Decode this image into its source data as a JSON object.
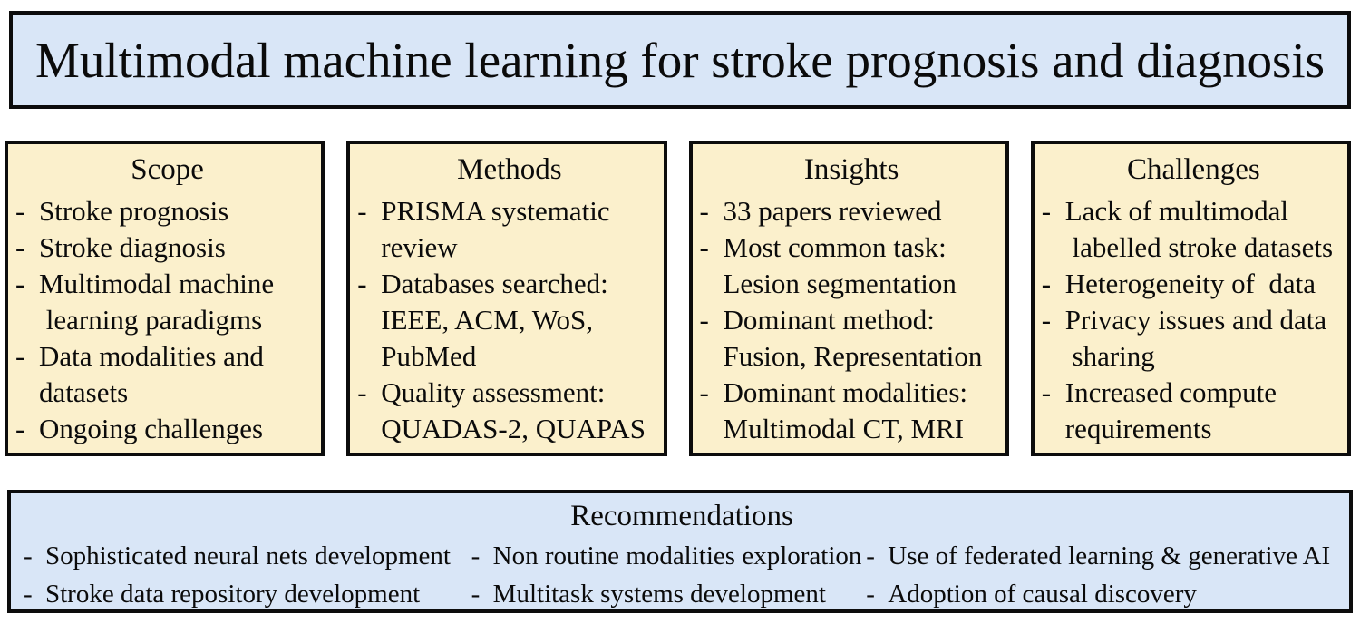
{
  "title": "Multimodal machine learning for stroke prognosis and diagnosis",
  "bullet_marker": "-",
  "colors": {
    "panel_blue": "#d9e6f7",
    "panel_cream": "#fbf0cc",
    "border_black": "#0c0c0c",
    "background": "#ffffff"
  },
  "boxes": [
    {
      "heading": "Scope",
      "items": [
        "Stroke prognosis",
        "Stroke diagnosis",
        "Multimodal machine\n learning paradigms",
        "Data modalities and\ndatasets",
        "Ongoing challenges"
      ]
    },
    {
      "heading": "Methods",
      "items": [
        "PRISMA systematic\nreview",
        "Databases searched:\nIEEE, ACM, WoS,\nPubMed",
        "Quality assessment:\nQUADAS-2, QUAPAS"
      ]
    },
    {
      "heading": "Insights",
      "items": [
        "33 papers reviewed",
        "Most common task:\nLesion segmentation",
        "Dominant method:\nFusion, Representation",
        "Dominant modalities:\nMultimodal CT, MRI"
      ]
    },
    {
      "heading": "Challenges",
      "items": [
        "Lack of multimodal\n labelled stroke datasets",
        "Heterogeneity of  data",
        "Privacy issues and data\n sharing",
        "Increased compute\nrequirements"
      ]
    }
  ],
  "recommendations": {
    "heading": "Recommendations",
    "columns": [
      [
        "Sophisticated neural nets development",
        "Stroke data repository development"
      ],
      [
        "Non routine modalities exploration",
        "Multitask systems development"
      ],
      [
        "Use of federated learning & generative AI",
        "Adoption of causal discovery"
      ]
    ]
  }
}
